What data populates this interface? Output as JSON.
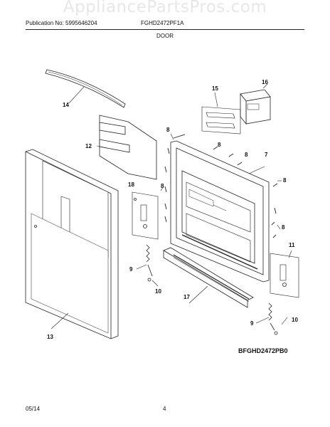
{
  "watermark": "AppliancePartsPros.com",
  "header": {
    "publication": "Publication No: 5995646204",
    "model": "FGHD2472PF1A",
    "section_title": "DOOR"
  },
  "callouts": {
    "c7": "7",
    "c8": "8",
    "c9": "9",
    "c10": "10",
    "c11": "11",
    "c12": "12",
    "c13": "13",
    "c14": "14",
    "c15": "15",
    "c16": "16",
    "c17": "17",
    "c18": "18"
  },
  "diagram_code": "BFGHD2472PB0",
  "footer": {
    "date": "05/14",
    "page": "4"
  }
}
